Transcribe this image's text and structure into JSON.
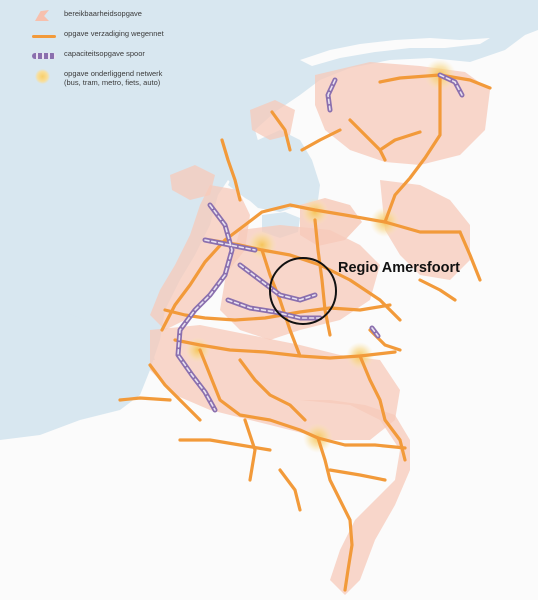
{
  "legend": {
    "items": [
      {
        "id": "area",
        "label": "bereikbaarheidsopgave"
      },
      {
        "id": "road",
        "label": "opgave verzadiging wegennet"
      },
      {
        "id": "rail",
        "label": "capaciteitsopgave spoor"
      },
      {
        "id": "network",
        "label": "opgave onderliggend netwerk",
        "sublabel": "(bus, tram, metro, fiets, auto)"
      }
    ]
  },
  "region": {
    "label": "Regio Amersfoort"
  },
  "colors": {
    "sea": "#d8e7f0",
    "land": "#ffffff",
    "area": "#f7c9b9",
    "road": "#f29a3a",
    "rail": "#8a6fae",
    "hotspot": "#f7cf6b"
  }
}
